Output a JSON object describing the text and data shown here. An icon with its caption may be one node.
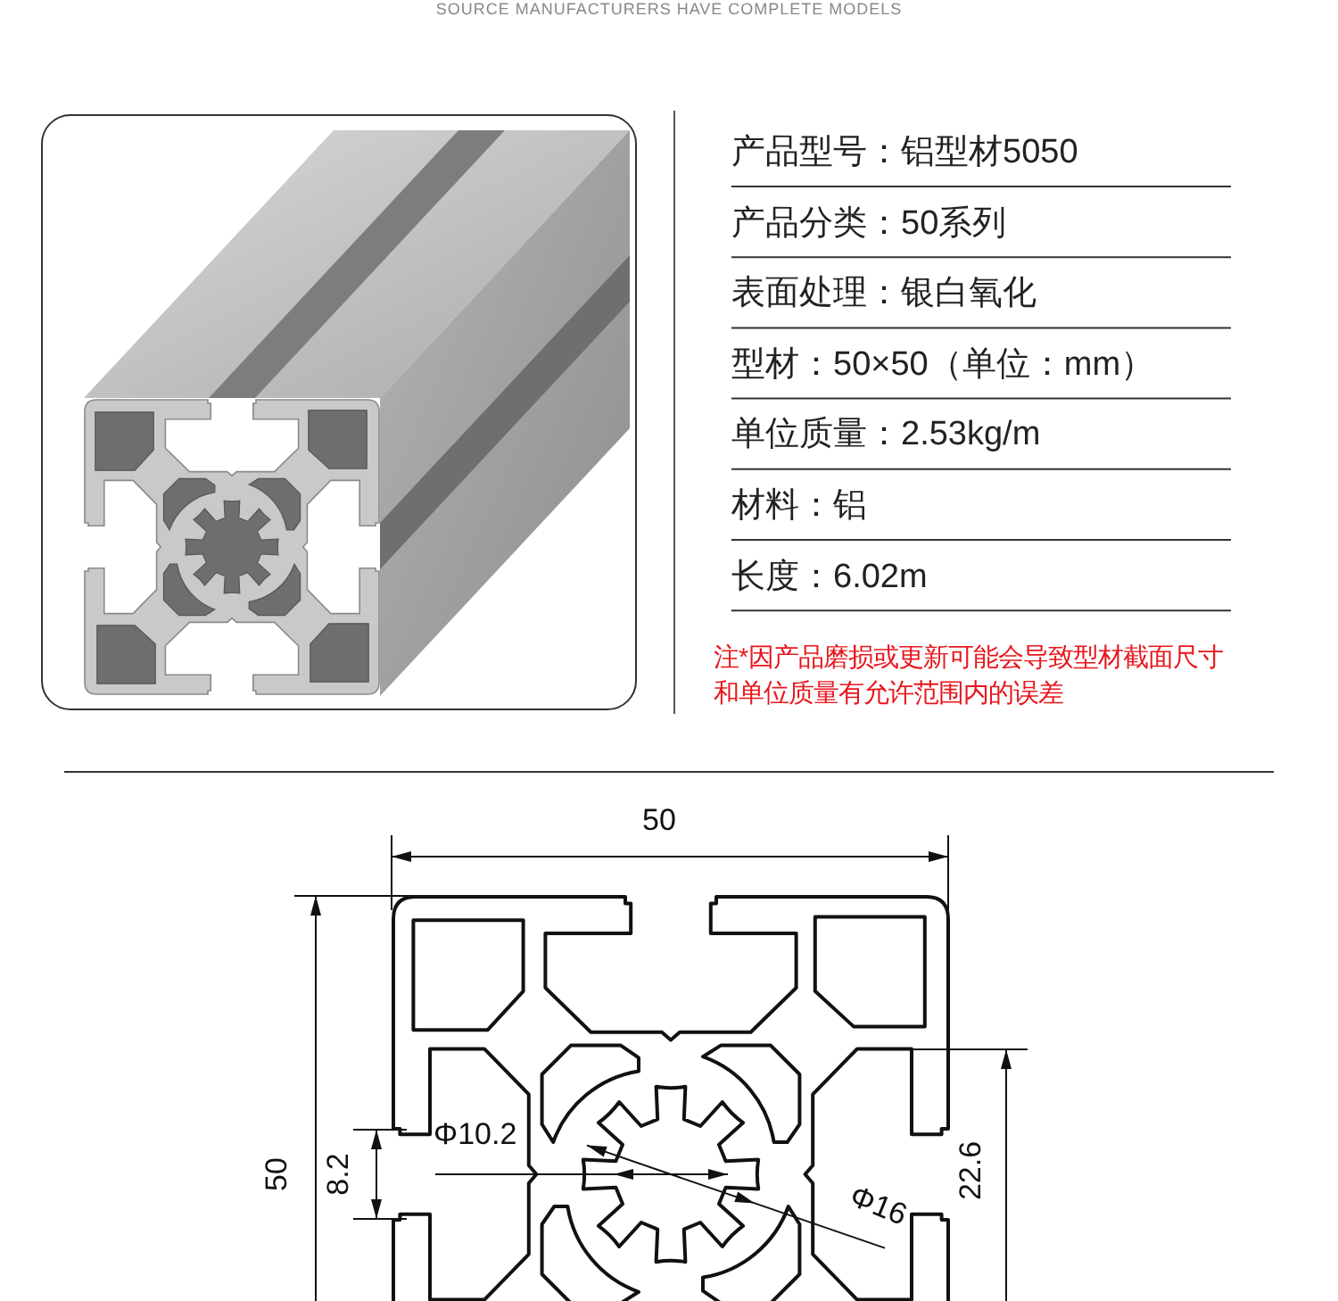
{
  "diagram": {
    "labels": [
      "SOURCE MANUFACTURERS HAVE COMPLETE MODELS",
      "产品型号：铝型材5050",
      "产品分类：50系列",
      "表面处理：银白氧化",
      "型材：50×50（单位：mm）",
      "单位质量：2.53kg/m",
      "材料：铝",
      "长度：6.02m",
      "注*因产品磨损或更新可能会导致型材截面尺寸和单位质量有允许范围内的误差",
      "50",
      "50",
      "8.2",
      "Φ10.2",
      "22.6",
      "Φ16"
    ]
  }
}
